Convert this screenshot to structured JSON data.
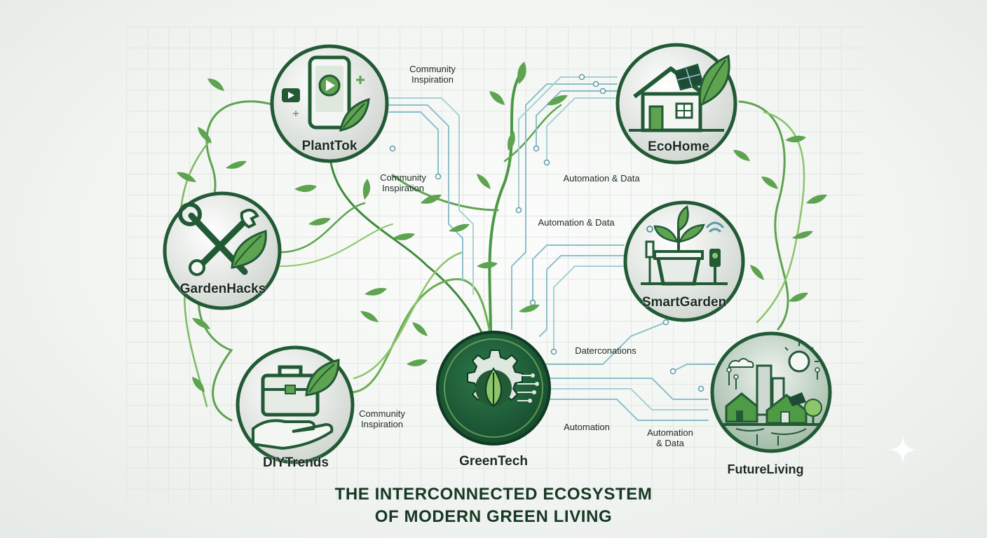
{
  "title": {
    "line1": "THE INTERCONNECTED ECOSYSTEM",
    "line2": "OF MODERN GREEN LIVING"
  },
  "nodes": {
    "planttok": {
      "label": "PlantTok",
      "icon": "phone-video-leaf-icon"
    },
    "ecohome": {
      "label": "EcoHome",
      "icon": "solar-house-leaf-icon"
    },
    "gardenhacks": {
      "label": "GardenHacks",
      "icon": "wrench-leaf-icon"
    },
    "smartgarden": {
      "label": "SmartGarden",
      "icon": "potted-plant-sensor-icon"
    },
    "diytrends": {
      "label": "DIYTrends",
      "icon": "toolbox-hand-icon"
    },
    "greentech": {
      "label": "GreenTech",
      "icon": "gear-leaf-circuit-icon"
    },
    "futureliving": {
      "label": "FutureLiving",
      "icon": "smart-city-icon"
    }
  },
  "flows": {
    "f1": "Community\nInspiration",
    "f2": "Community\nInspiration",
    "f3": "Automation & Data",
    "f4": "Automation & Data",
    "f5": "Daterconations",
    "f6": "Community\nInspiration",
    "f7": "Automation",
    "f8": "Automation\n& Data"
  },
  "colors": {
    "dark_green": "#1f5a35",
    "mid_green": "#4f9a45",
    "light_green": "#8cc56a",
    "circuit_blue": "#9ac6cf",
    "text": "#1c2a22"
  }
}
